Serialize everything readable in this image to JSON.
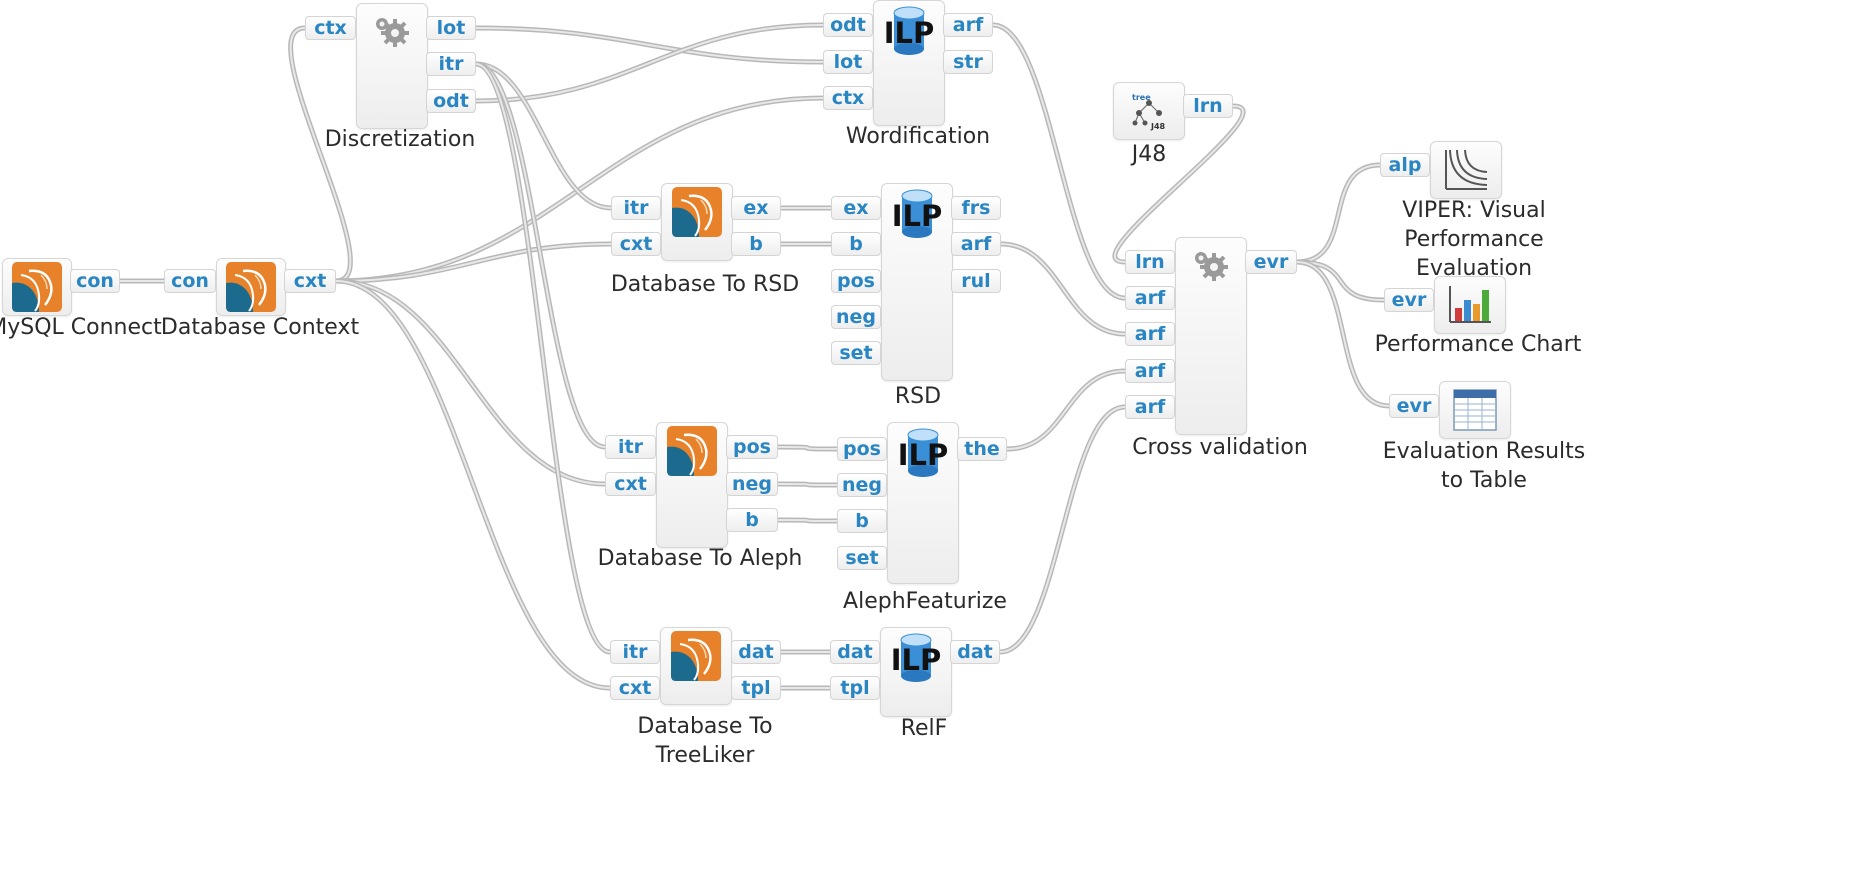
{
  "nodes": [
    {
      "id": "mysql-connect",
      "name": "MySQL Connect",
      "icon": "database-icon",
      "inputs": [],
      "outputs": [
        "con"
      ]
    },
    {
      "id": "database-context",
      "name": "Database Context",
      "icon": "database-icon",
      "inputs": [
        "con"
      ],
      "outputs": [
        "cxt"
      ]
    },
    {
      "id": "discretization",
      "name": "Discretization",
      "icon": "gears-icon",
      "inputs": [
        "ctx"
      ],
      "outputs": [
        "lot",
        "itr",
        "odt"
      ]
    },
    {
      "id": "wordification",
      "name": "Wordification",
      "icon": "ilp-icon",
      "inputs": [
        "odt",
        "lot",
        "ctx"
      ],
      "outputs": [
        "arf",
        "str"
      ]
    },
    {
      "id": "database-to-rsd",
      "name": "Database To RSD",
      "icon": "database-icon",
      "inputs": [
        "itr",
        "cxt"
      ],
      "outputs": [
        "ex",
        "b"
      ]
    },
    {
      "id": "rsd",
      "name": "RSD",
      "icon": "ilp-icon",
      "inputs": [
        "ex",
        "b",
        "pos",
        "neg",
        "set"
      ],
      "outputs": [
        "frs",
        "arf",
        "rul"
      ]
    },
    {
      "id": "j48",
      "name": "J48",
      "icon": "tree-j48-icon",
      "inputs": [],
      "outputs": [
        "lrn"
      ]
    },
    {
      "id": "cross-validation",
      "name": "Cross validation",
      "icon": "gears-icon",
      "inputs": [
        "lrn",
        "arf",
        "arf",
        "arf",
        "arf"
      ],
      "outputs": [
        "evr"
      ]
    },
    {
      "id": "viper",
      "name": "VIPER: Visual\nPerformance\nEvaluation",
      "icon": "curves-icon",
      "inputs": [
        "alp"
      ],
      "outputs": []
    },
    {
      "id": "performance-chart",
      "name": "Performance Chart",
      "icon": "bar-chart-icon",
      "inputs": [
        "evr"
      ],
      "outputs": []
    },
    {
      "id": "evaluation-results",
      "name": "Evaluation Results\nto Table",
      "icon": "table-icon",
      "inputs": [
        "evr"
      ],
      "outputs": []
    },
    {
      "id": "database-to-aleph",
      "name": "Database To Aleph",
      "icon": "database-icon",
      "inputs": [
        "itr",
        "cxt"
      ],
      "outputs": [
        "pos",
        "neg",
        "b"
      ]
    },
    {
      "id": "alephfeaturize",
      "name": "AlephFeaturize",
      "icon": "ilp-icon",
      "inputs": [
        "pos",
        "neg",
        "b",
        "set"
      ],
      "outputs": [
        "the"
      ]
    },
    {
      "id": "database-to-treeliker",
      "name": "Database To\nTreeLiker",
      "icon": "database-icon",
      "inputs": [
        "itr",
        "cxt"
      ],
      "outputs": [
        "dat",
        "tpl"
      ]
    },
    {
      "id": "relf",
      "name": "RelF",
      "icon": "ilp-icon",
      "inputs": [
        "dat",
        "tpl"
      ],
      "outputs": [
        "dat"
      ]
    }
  ],
  "connections": [
    {
      "from": "mysql-connect.con",
      "to": "database-context.con"
    },
    {
      "from": "database-context.cxt",
      "to": "discretization.ctx"
    },
    {
      "from": "database-context.cxt",
      "to": "wordification.ctx"
    },
    {
      "from": "database-context.cxt",
      "to": "database-to-rsd.cxt"
    },
    {
      "from": "database-context.cxt",
      "to": "database-to-aleph.cxt"
    },
    {
      "from": "database-context.cxt",
      "to": "database-to-treeliker.cxt"
    },
    {
      "from": "discretization.lot",
      "to": "wordification.lot"
    },
    {
      "from": "discretization.odt",
      "to": "wordification.odt"
    },
    {
      "from": "discretization.itr",
      "to": "database-to-rsd.itr"
    },
    {
      "from": "discretization.itr",
      "to": "database-to-aleph.itr"
    },
    {
      "from": "discretization.itr",
      "to": "database-to-treeliker.itr"
    },
    {
      "from": "database-to-rsd.ex",
      "to": "rsd.ex"
    },
    {
      "from": "database-to-rsd.b",
      "to": "rsd.b"
    },
    {
      "from": "database-to-aleph.pos",
      "to": "alephfeaturize.pos"
    },
    {
      "from": "database-to-aleph.neg",
      "to": "alephfeaturize.neg"
    },
    {
      "from": "database-to-aleph.b",
      "to": "alephfeaturize.b"
    },
    {
      "from": "database-to-treeliker.dat",
      "to": "relf.dat"
    },
    {
      "from": "database-to-treeliker.tpl",
      "to": "relf.tpl"
    },
    {
      "from": "j48.lrn",
      "to": "cross-validation.lrn"
    },
    {
      "from": "wordification.arf",
      "to": "cross-validation.arf#1"
    },
    {
      "from": "rsd.arf",
      "to": "cross-validation.arf#2"
    },
    {
      "from": "alephfeaturize.the",
      "to": "cross-validation.arf#3"
    },
    {
      "from": "relf.dat",
      "to": "cross-validation.arf#4"
    },
    {
      "from": "cross-validation.evr",
      "to": "viper.alp"
    },
    {
      "from": "cross-validation.evr",
      "to": "performance-chart.evr"
    },
    {
      "from": "cross-validation.evr",
      "to": "evaluation-results.evr"
    }
  ],
  "icon_text": {
    "ilp": "ILP",
    "j48": "J48",
    "tree": "tree"
  },
  "colors": {
    "port_text": "#2a86c2",
    "wire": "#b8b8b8",
    "label": "#2b2b2b",
    "db_orange": "#e8822a",
    "db_blue": "#1c6b8f"
  }
}
